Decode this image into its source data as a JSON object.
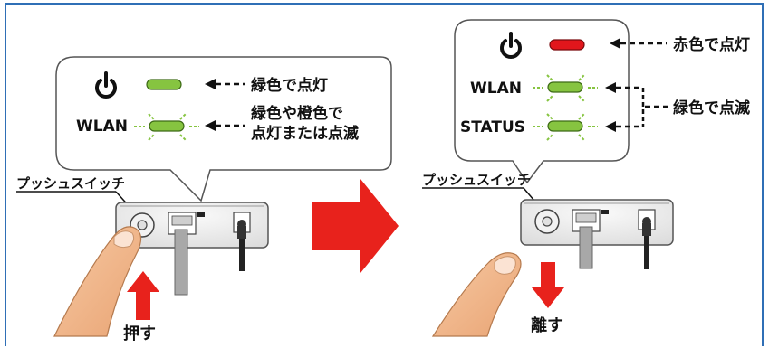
{
  "left_panel": {
    "led_power_desc": "緑色で点灯",
    "wlan_label": "WLAN",
    "wlan_desc_line1": "緑色や橙色で",
    "wlan_desc_line2": "点灯または点滅",
    "switch_label": "プッシュスイッチ",
    "action_label": "押す"
  },
  "right_panel": {
    "power_desc": "赤色で点灯",
    "wlan_label": "WLAN",
    "status_label": "STATUS",
    "blink_desc": "緑色で点滅",
    "switch_label": "プッシュスイッチ",
    "action_label": "離す"
  },
  "colors": {
    "frame": "#2f6fb6",
    "led_green": "#86c440",
    "led_red": "#e1161c",
    "arrow_red": "#e8221c",
    "skin": "#f3b98e",
    "cable": "#a8a8a8"
  },
  "icons": [
    "power-icon"
  ]
}
